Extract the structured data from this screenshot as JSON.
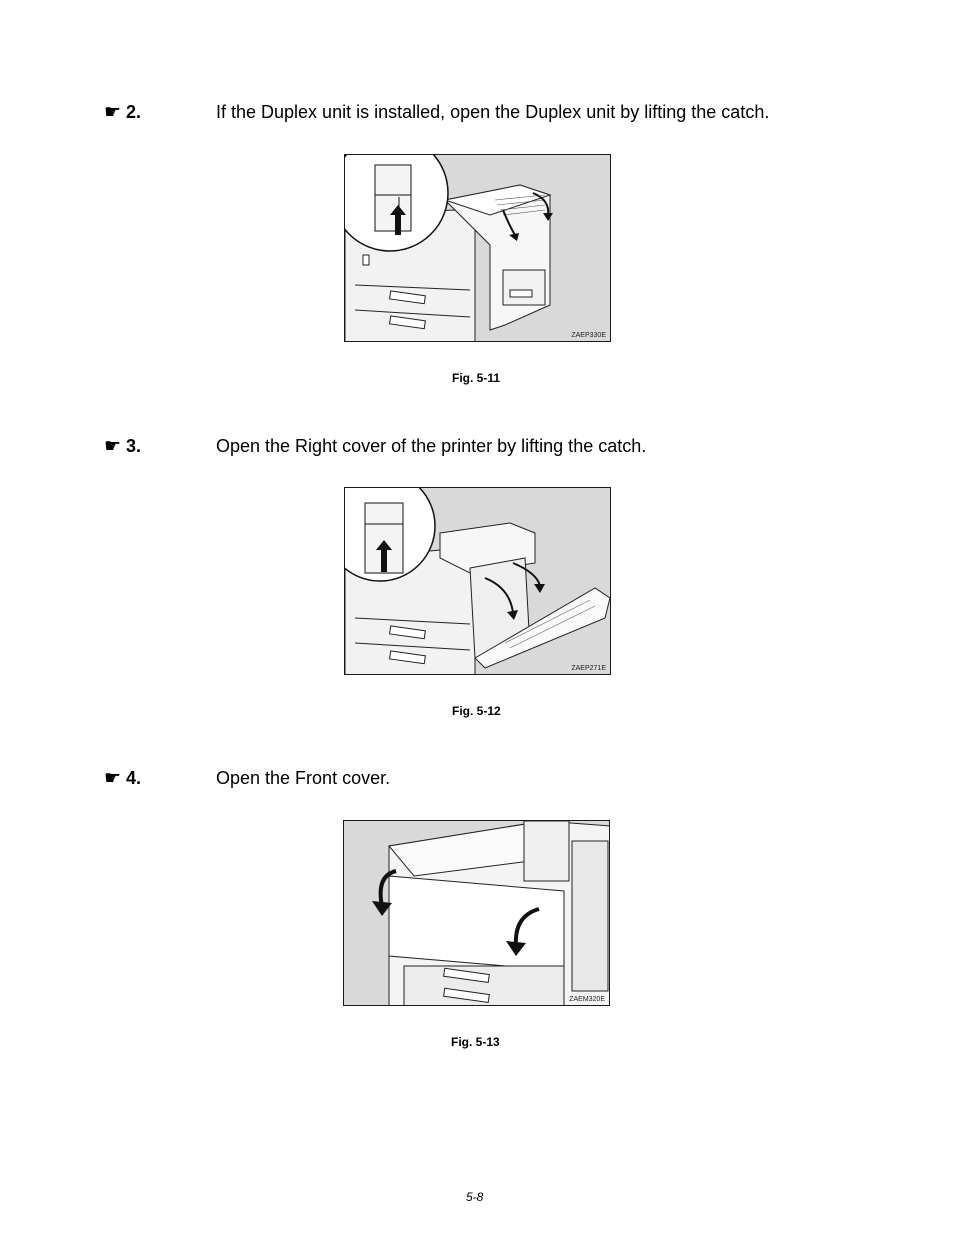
{
  "steps": [
    {
      "number": "2.",
      "text": "If the Duplex unit is installed, open the Duplex unit by lifting the catch."
    },
    {
      "number": "3.",
      "text": "Open the Right cover of the printer by lifting the catch."
    },
    {
      "number": "4.",
      "text": "Open the Front cover."
    }
  ],
  "figures": [
    {
      "code": "ZAEP330E",
      "caption": "Fig. 5-11"
    },
    {
      "code": "ZAEP271E",
      "caption": "Fig. 5-12"
    },
    {
      "code": "ZAEM320E",
      "caption": "Fig. 5-13"
    }
  ],
  "page_number": "5-8",
  "icons": {
    "step_marker": "pointing-hand-icon"
  }
}
